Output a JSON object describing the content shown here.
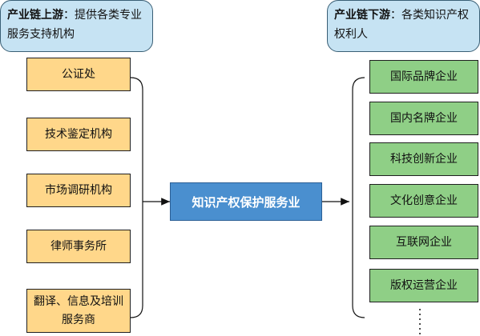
{
  "upstream_callout": {
    "title": "产业链上游",
    "text": "：提供各类专业服务支持机构"
  },
  "downstream_callout": {
    "title": "产业链下游",
    "text": "：各类知识产权权利人"
  },
  "upstream_items": [
    {
      "label": "公证处"
    },
    {
      "label": "技术鉴定机构"
    },
    {
      "label": "市场调研机构"
    },
    {
      "label": "律师事务所"
    },
    {
      "label": "翻译、信息及培训服务商"
    }
  ],
  "center": {
    "label": "知识产权保护服务业"
  },
  "downstream_items": [
    {
      "label": "国际品牌企业"
    },
    {
      "label": "国内名牌企业"
    },
    {
      "label": "科技创新企业"
    },
    {
      "label": "文化创意企业"
    },
    {
      "label": "互联网企业"
    },
    {
      "label": "版权运营企业"
    }
  ],
  "colors": {
    "callout_fill": "#c6e3f3",
    "upstream_fill": "#ffd78a",
    "downstream_fill": "#8fcf86",
    "center_fill": "#4a8fcf"
  }
}
